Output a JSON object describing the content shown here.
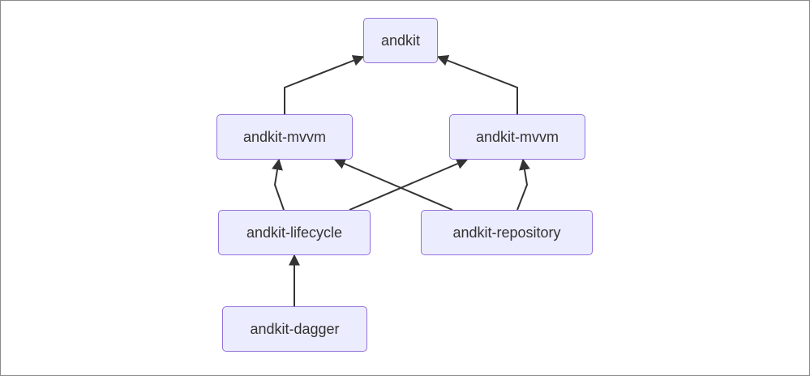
{
  "diagram": {
    "nodes": {
      "andkit": "andkit",
      "mvvm_left": "andkit-mvvm",
      "mvvm_right": "andkit-mvvm",
      "lifecycle": "andkit-lifecycle",
      "repository": "andkit-repository",
      "dagger": "andkit-dagger"
    },
    "edges": [
      {
        "from": "mvvm_left",
        "to": "andkit"
      },
      {
        "from": "mvvm_right",
        "to": "andkit"
      },
      {
        "from": "lifecycle",
        "to": "mvvm_left"
      },
      {
        "from": "lifecycle",
        "to": "mvvm_right"
      },
      {
        "from": "repository",
        "to": "mvvm_left"
      },
      {
        "from": "repository",
        "to": "mvvm_right"
      },
      {
        "from": "dagger",
        "to": "lifecycle"
      }
    ],
    "colors": {
      "node_fill": "#ececff",
      "node_border": "#9370db",
      "edge": "#333333",
      "text": "#333333"
    }
  }
}
